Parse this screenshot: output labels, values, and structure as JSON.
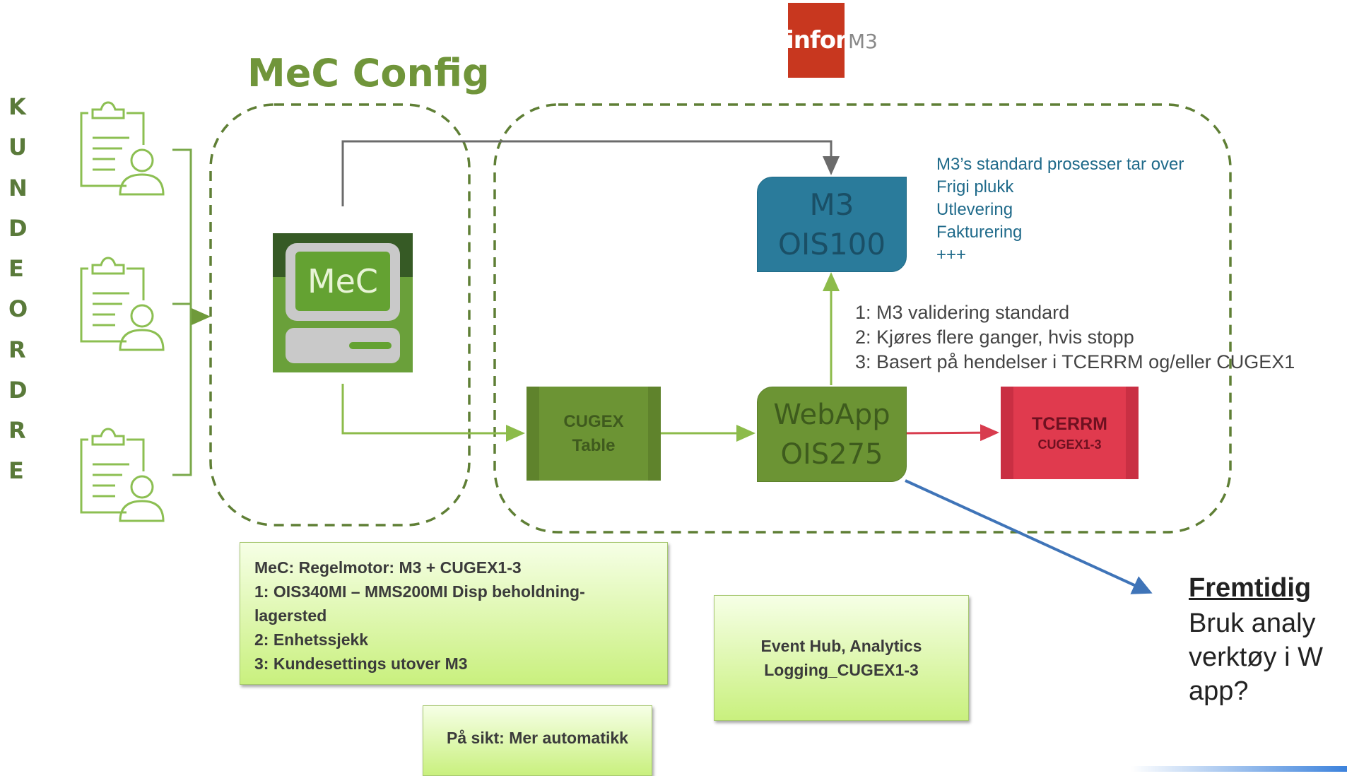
{
  "diagram": {
    "vertical_label": [
      "K",
      "U",
      "N",
      "D",
      "E",
      "O",
      "R",
      "D",
      "R",
      "E"
    ],
    "config_title": "MeC Config",
    "logo": {
      "brand": "infor",
      "product": "M3",
      "color": "#c8371f"
    },
    "mec_label": "MeC",
    "m3_box": {
      "line1": "M3",
      "line2": "OIS100",
      "color": "#2a7b9b"
    },
    "webapp_box": {
      "line1": "WebApp",
      "line2": "OIS275",
      "color": "#6c9434"
    },
    "cugex_box": {
      "line1": "CUGEX",
      "line2": "Table"
    },
    "tcerrm_box": {
      "line1": "TCERRM",
      "line2": "CUGEX1-3",
      "color": "#e03a4e"
    },
    "standard_processes": [
      "M3’s standard prosesser tar over",
      "Frigi plukk",
      "Utlevering",
      "Fakturering",
      "+++"
    ],
    "validation_steps": [
      "1: M3 validering standard",
      "2: Kjøres flere ganger, hvis stopp",
      "3: Basert på hendelser i TCERRM og/eller CUGEX1"
    ],
    "future": {
      "title": "Fremtidig",
      "lines": [
        "Bruk analy",
        "verktøy i W",
        "app?"
      ]
    },
    "notes": {
      "rules": [
        "MeC: Regelmotor: M3 + CUGEX1-3",
        "1: OIS340MI – MMS200MI Disp beholdning-",
        "lagersted",
        "2: Enhetssjekk",
        "3: Kundesettings utover M3"
      ],
      "event_hub": [
        "Event Hub, Analytics",
        "Logging_CUGEX1-3"
      ],
      "future_automation": "På sikt: Mer automatikk"
    },
    "colors": {
      "green": "#70953a",
      "green_arrow": "#8cbb4a",
      "red_arrow": "#d83c4e",
      "blue_arrow": "#3f74b8",
      "gray_arrow": "#6b6b6b"
    }
  }
}
